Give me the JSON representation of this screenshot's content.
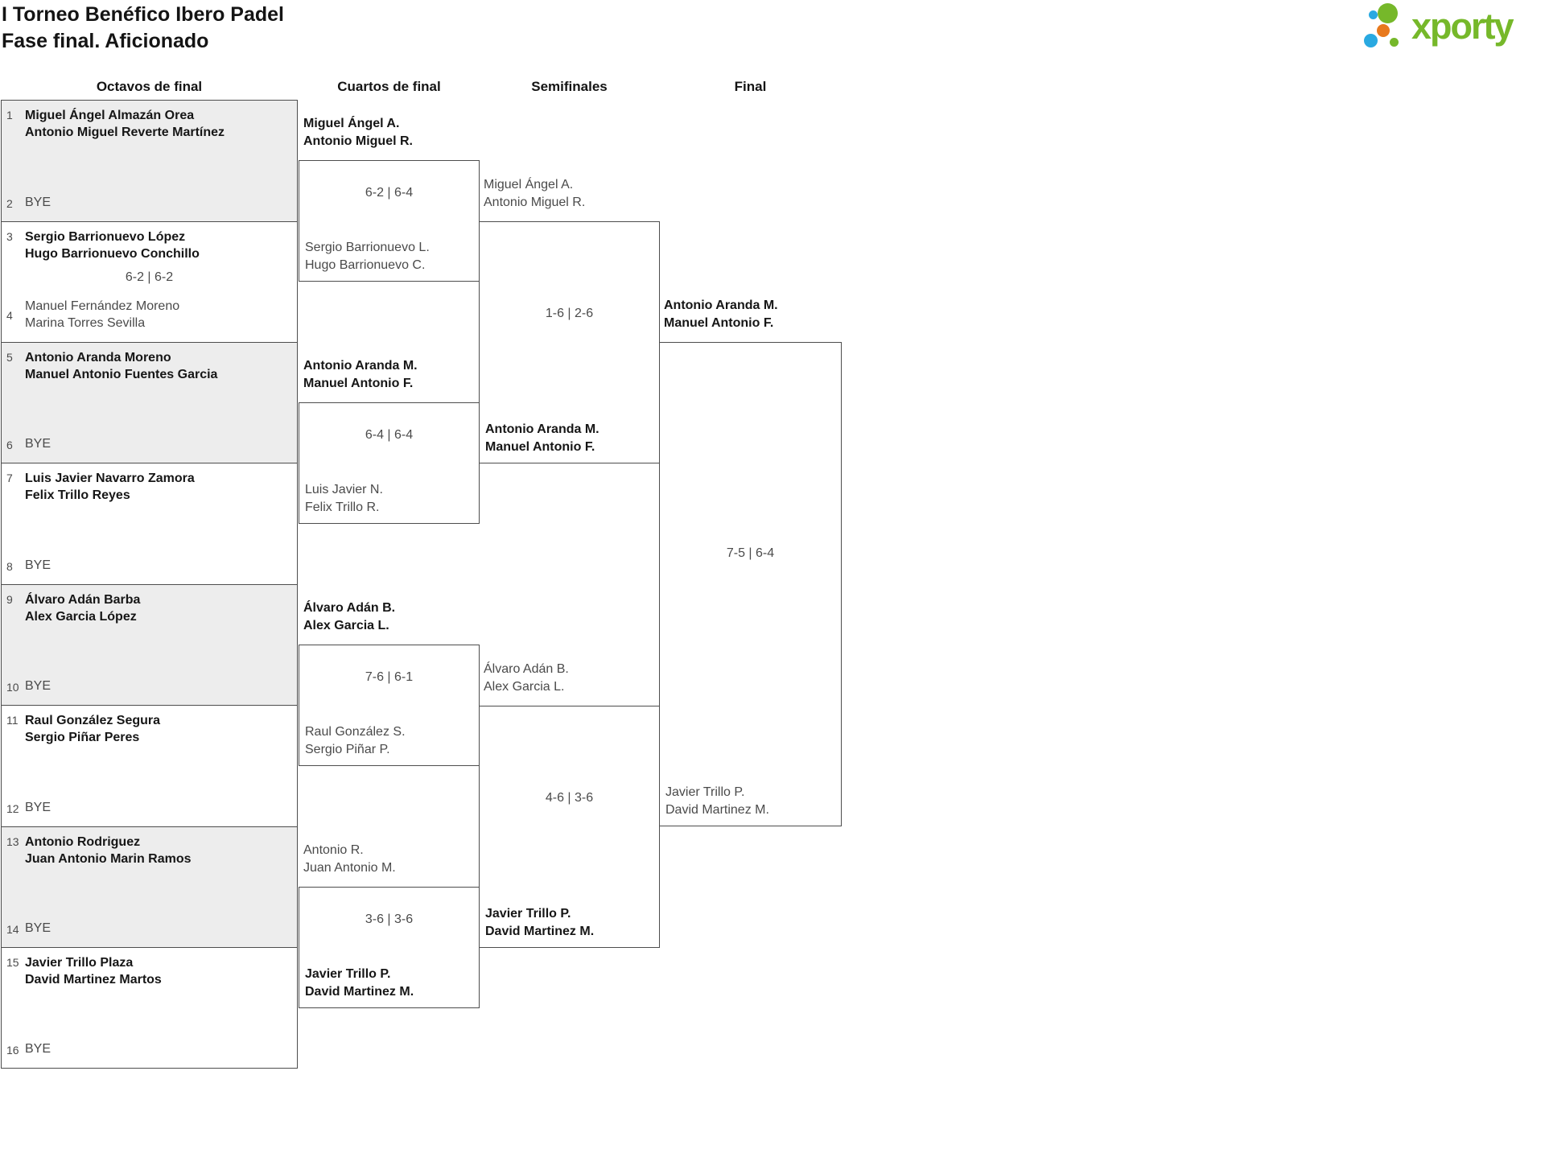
{
  "header": {
    "title_line1": "I Torneo Benéfico Ibero Padel",
    "title_line2": "Fase final. Aficionado",
    "logo_text": "xporty"
  },
  "colors": {
    "logo_green": "#76b82a",
    "logo_blue": "#29a9e1",
    "logo_orange": "#e8791d",
    "shaded_box": "#ededed",
    "box_border": "#4d4d4d"
  },
  "rounds": [
    "Octavos de final",
    "Cuartos de final",
    "Semifinales",
    "Final"
  ],
  "octavos": [
    {
      "seed_top": "1",
      "top": [
        "Miguel Ángel Almazán Orea",
        "Antonio Miguel Reverte Martínez"
      ],
      "seed_bottom": "2",
      "bottom": [
        "BYE"
      ],
      "score": "",
      "winner": "top"
    },
    {
      "seed_top": "3",
      "top": [
        "Sergio Barrionuevo López",
        "Hugo Barrionuevo Conchillo"
      ],
      "seed_bottom": "4",
      "bottom": [
        "Manuel Fernández Moreno",
        "Marina Torres Sevilla"
      ],
      "score": "6-2 | 6-2",
      "winner": "top"
    },
    {
      "seed_top": "5",
      "top": [
        "Antonio Aranda Moreno",
        "Manuel Antonio Fuentes Garcia"
      ],
      "seed_bottom": "6",
      "bottom": [
        "BYE"
      ],
      "score": "",
      "winner": "top"
    },
    {
      "seed_top": "7",
      "top": [
        "Luis Javier Navarro Zamora",
        "Felix Trillo Reyes"
      ],
      "seed_bottom": "8",
      "bottom": [
        "BYE"
      ],
      "score": "",
      "winner": "top"
    },
    {
      "seed_top": "9",
      "top": [
        "Álvaro Adán Barba",
        "Alex Garcia López"
      ],
      "seed_bottom": "10",
      "bottom": [
        "BYE"
      ],
      "score": "",
      "winner": "top"
    },
    {
      "seed_top": "11",
      "top": [
        "Raul González Segura",
        "Sergio Piñar Peres"
      ],
      "seed_bottom": "12",
      "bottom": [
        "BYE"
      ],
      "score": "",
      "winner": "top"
    },
    {
      "seed_top": "13",
      "top": [
        "Antonio Rodriguez",
        "Juan Antonio Marin Ramos"
      ],
      "seed_bottom": "14",
      "bottom": [
        "BYE"
      ],
      "score": "",
      "winner": "top"
    },
    {
      "seed_top": "15",
      "top": [
        "Javier Trillo Plaza",
        "David Martinez Martos"
      ],
      "seed_bottom": "16",
      "bottom": [
        "BYE"
      ],
      "score": "",
      "winner": "top"
    }
  ],
  "cuartos": [
    {
      "top": [
        "Miguel Ángel A.",
        "Antonio Miguel R."
      ],
      "score": "6-2 | 6-4",
      "bottom": [
        "Sergio Barrionuevo L.",
        "Hugo Barrionuevo C."
      ],
      "winner": "top"
    },
    {
      "top": [
        "Antonio Aranda M.",
        "Manuel Antonio F."
      ],
      "score": "6-4 | 6-4",
      "bottom": [
        "Luis Javier N.",
        "Felix Trillo R."
      ],
      "winner": "top"
    },
    {
      "top": [
        "Álvaro Adán B.",
        "Alex Garcia L."
      ],
      "score": "7-6 | 6-1",
      "bottom": [
        "Raul González S.",
        "Sergio Piñar P."
      ],
      "winner": "top"
    },
    {
      "top": [
        "Antonio R.",
        "Juan Antonio M."
      ],
      "score": "3-6 | 3-6",
      "bottom": [
        "Javier Trillo P.",
        "David Martinez M."
      ],
      "winner": "bottom"
    }
  ],
  "semifinales": [
    {
      "top": [
        "Miguel Ángel A.",
        "Antonio Miguel R."
      ],
      "score": "1-6 | 2-6",
      "bottom": [
        "Antonio Aranda M.",
        "Manuel Antonio F."
      ],
      "winner": "bottom"
    },
    {
      "top": [
        "Álvaro Adán B.",
        "Alex Garcia L."
      ],
      "score": "4-6 | 3-6",
      "bottom": [
        "Javier Trillo P.",
        "David Martinez M."
      ],
      "winner": "bottom"
    }
  ],
  "final": {
    "top": [
      "Antonio Aranda M.",
      "Manuel Antonio F."
    ],
    "score": "7-5 | 6-4",
    "bottom": [
      "Javier Trillo P.",
      "David Martinez M."
    ],
    "winner": "top"
  }
}
